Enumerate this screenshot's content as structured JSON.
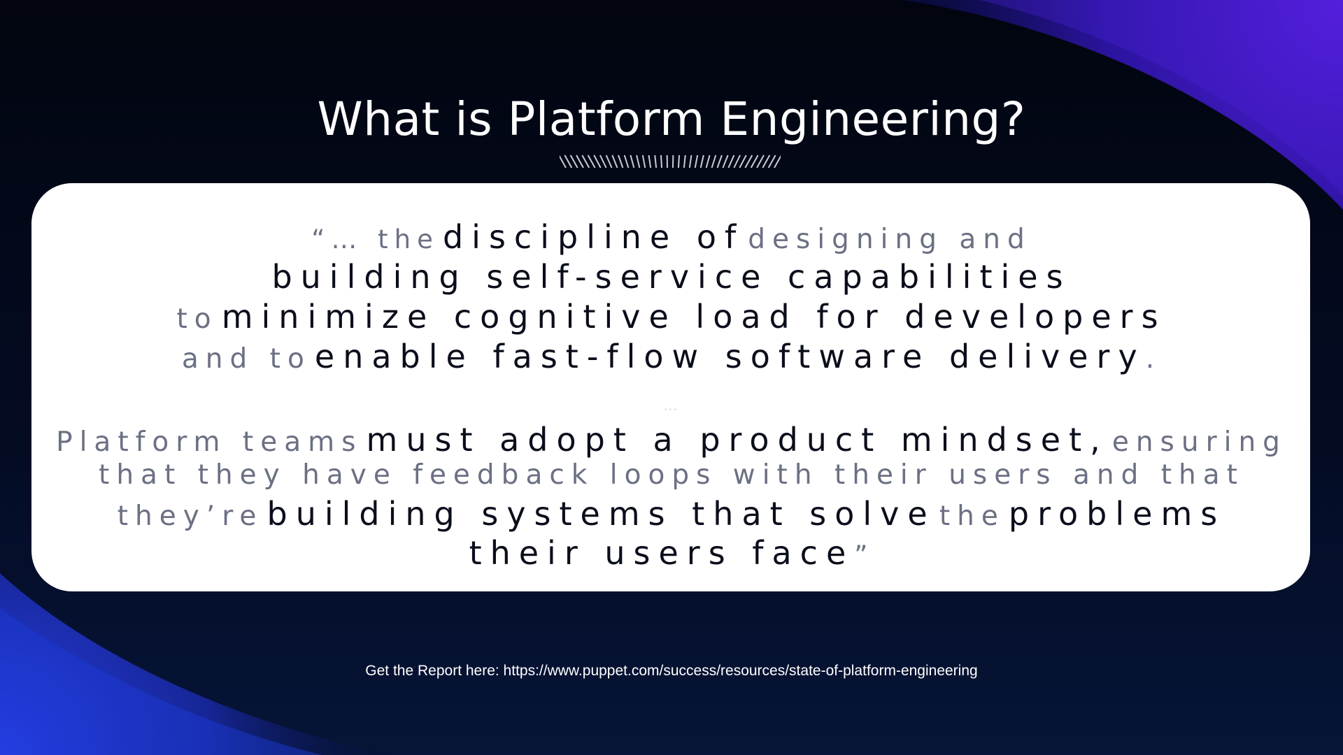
{
  "slide": {
    "title": "What is Platform Engineering?"
  },
  "quote": {
    "line1": {
      "open": "“… the",
      "strong": "discipline of",
      "tail": "designing and"
    },
    "line2": {
      "strong": "building self-service capabilities"
    },
    "line3": {
      "lead": "to",
      "strong": "minimize cognitive load for developers"
    },
    "line4": {
      "lead": "and to",
      "strong": "enable fast-flow software delivery",
      "period": "."
    },
    "ellipsis": "…",
    "line5": {
      "lead": "Platform teams",
      "strong": "must adopt a product mindset,",
      "tail": "ensuring"
    },
    "line6": {
      "text": "that they have feedback loops with their users and that"
    },
    "line7": {
      "lead": "they’re",
      "strong": "building systems that solve",
      "mid": "the",
      "strong2": "problems"
    },
    "line8": {
      "strong": "their users face",
      "close": "”"
    }
  },
  "footer": {
    "report_link": "Get the Report here: https://www.puppet.com/success/resources/state-of-platform-engineering"
  },
  "colors": {
    "background": "#030816",
    "accent_purple": "#4a1fd6",
    "accent_blue": "#1d3bd9",
    "card": "#ffffff",
    "text_strong": "#0a0d1a",
    "text_dim": "#6b7083"
  }
}
